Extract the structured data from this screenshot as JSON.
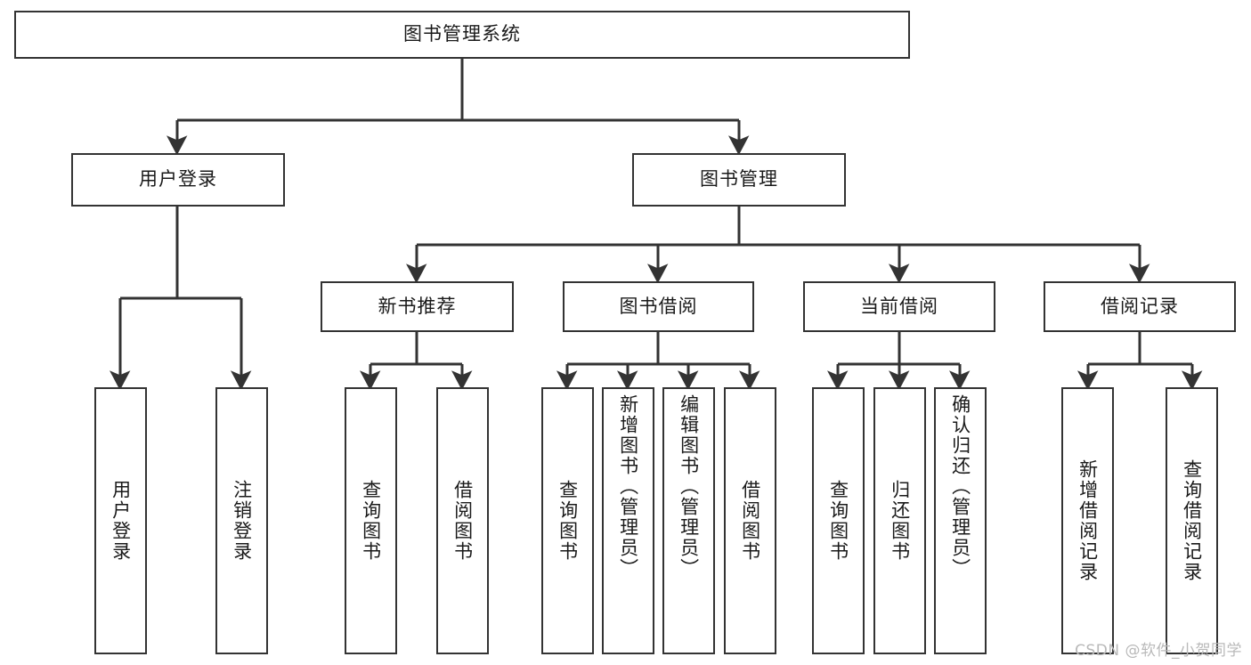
{
  "diagram": {
    "title": "图书管理系统",
    "type": "tree-hierarchy",
    "root": {
      "id": "root",
      "label": "图书管理系统"
    },
    "level1": [
      {
        "id": "user-login",
        "label": "用户登录"
      },
      {
        "id": "book-manage",
        "label": "图书管理"
      }
    ],
    "level2": [
      {
        "id": "new-book-recommend",
        "label": "新书推荐",
        "parent": "book-manage"
      },
      {
        "id": "book-borrow",
        "label": "图书借阅",
        "parent": "book-manage"
      },
      {
        "id": "current-borrow",
        "label": "当前借阅",
        "parent": "book-manage"
      },
      {
        "id": "borrow-record",
        "label": "借阅记录",
        "parent": "book-manage"
      }
    ],
    "leaves": [
      {
        "id": "leaf-user-login",
        "label": "用户登录",
        "parent": "user-login"
      },
      {
        "id": "leaf-user-logout",
        "label": "注销登录",
        "parent": "user-login"
      },
      {
        "id": "leaf-query-book-1",
        "label": "查询图书",
        "parent": "new-book-recommend"
      },
      {
        "id": "leaf-borrow-book-1",
        "label": "借阅图书",
        "parent": "new-book-recommend"
      },
      {
        "id": "leaf-query-book-2",
        "label": "查询图书",
        "parent": "book-borrow"
      },
      {
        "id": "leaf-add-book",
        "label": "新增图书（管理员）",
        "parent": "book-borrow"
      },
      {
        "id": "leaf-edit-book",
        "label": "编辑图书（管理员）",
        "parent": "book-borrow"
      },
      {
        "id": "leaf-borrow-book-2",
        "label": "借阅图书",
        "parent": "book-borrow"
      },
      {
        "id": "leaf-query-book-3",
        "label": "查询图书",
        "parent": "current-borrow"
      },
      {
        "id": "leaf-return-book",
        "label": "归还图书",
        "parent": "current-borrow"
      },
      {
        "id": "leaf-confirm-return",
        "label": "确认归还（管理员）",
        "parent": "current-borrow"
      },
      {
        "id": "leaf-add-record",
        "label": "新增借阅记录",
        "parent": "borrow-record"
      },
      {
        "id": "leaf-query-record",
        "label": "查询借阅记录",
        "parent": "borrow-record"
      }
    ]
  },
  "watermark": {
    "text": "CSDN @软件_小贺同学"
  },
  "colors": {
    "stroke": "#333333",
    "box_fill": "#ffffff",
    "text": "#1a1a1a",
    "watermark": "#b9b9b9",
    "background": "#ffffff"
  }
}
